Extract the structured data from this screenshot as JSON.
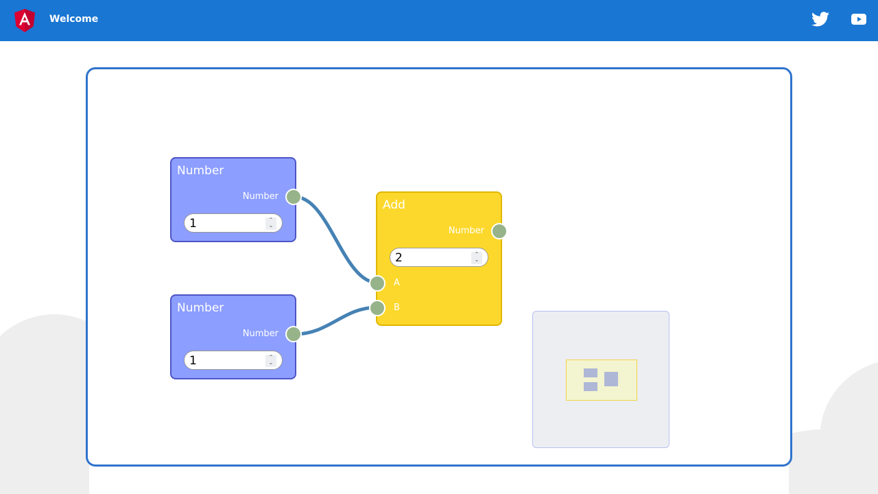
{
  "header": {
    "title": "Welcome",
    "logo_icon": "angular-logo-icon",
    "twitter_icon": "twitter-icon",
    "youtube_icon": "youtube-icon"
  },
  "colors": {
    "toolbar": "#1976d2",
    "number_node": "#8c9eff",
    "add_node": "#fdd82c",
    "socket": "#96b38a",
    "connection": "#4682b4"
  },
  "nodes": {
    "number1": {
      "title": "Number",
      "output_label": "Number",
      "value": "1"
    },
    "number2": {
      "title": "Number",
      "output_label": "Number",
      "value": "1"
    },
    "add": {
      "title": "Add",
      "output_label": "Number",
      "value": "2",
      "input_a": "A",
      "input_b": "B"
    }
  }
}
